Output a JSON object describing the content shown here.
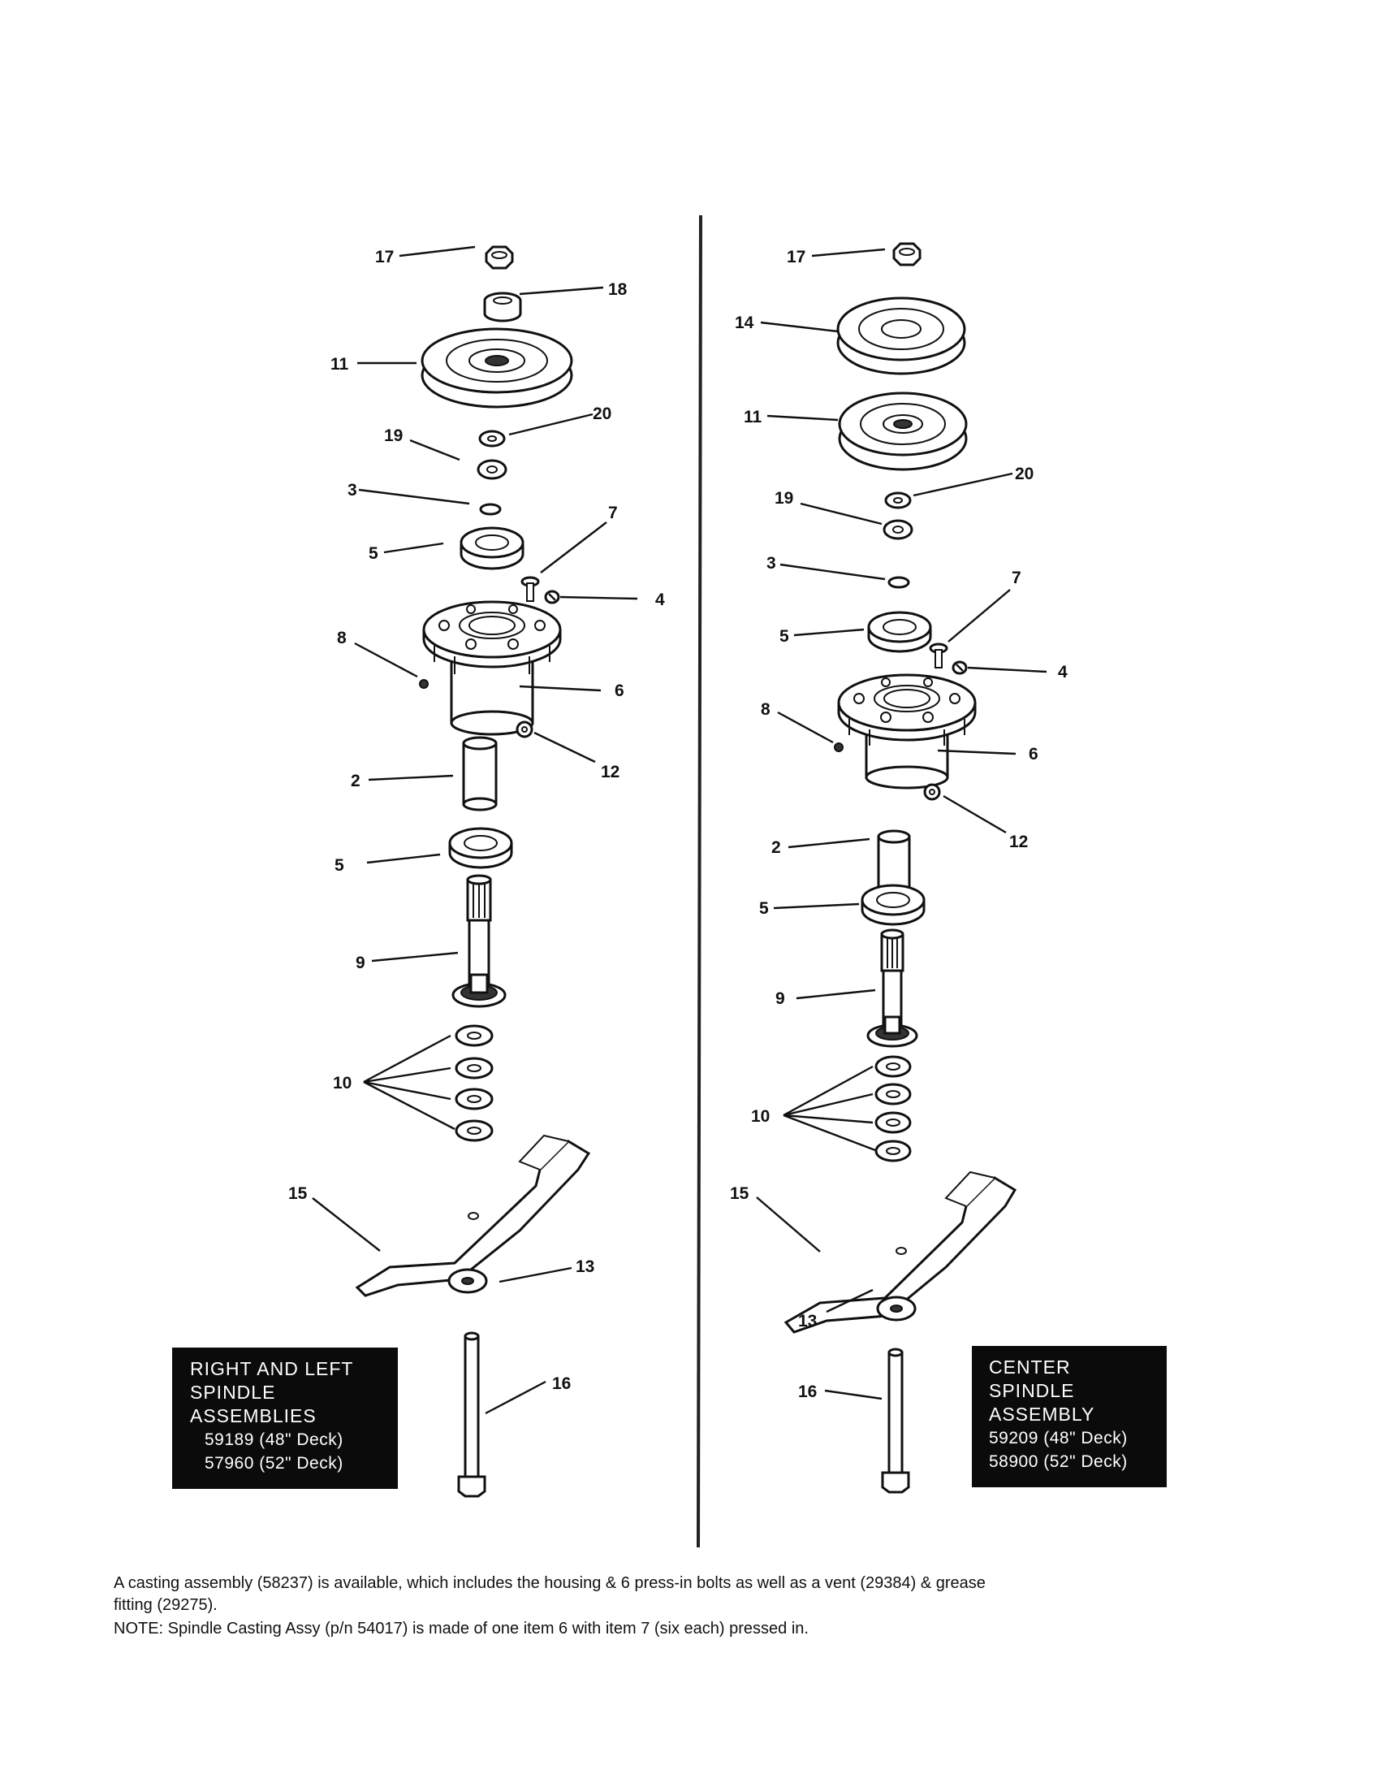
{
  "callouts_left": {
    "c17": "17",
    "c18": "18",
    "c11": "11",
    "c20": "20",
    "c19": "19",
    "c3": "3",
    "c7": "7",
    "c5a": "5",
    "c4": "4",
    "c8": "8",
    "c6": "6",
    "c12": "12",
    "c2": "2",
    "c5b": "5",
    "c9": "9",
    "c10": "10",
    "c15": "15",
    "c13": "13",
    "c16": "16"
  },
  "callouts_right": {
    "c17": "17",
    "c14": "14",
    "c11": "11",
    "c20": "20",
    "c19": "19",
    "c3": "3",
    "c7": "7",
    "c5a": "5",
    "c4": "4",
    "c8": "8",
    "c6": "6",
    "c12": "12",
    "c2": "2",
    "c5b": "5",
    "c9": "9",
    "c10": "10",
    "c15": "15",
    "c13": "13",
    "c16": "16"
  },
  "left_box": {
    "line1": "RIGHT AND LEFT",
    "line2": "SPINDLE",
    "line3": "ASSEMBLIES",
    "part1": "59189 (48\" Deck)",
    "part2": "57960 (52\" Deck)"
  },
  "right_box": {
    "line1": "CENTER",
    "line2": "SPINDLE",
    "line3": "ASSEMBLY",
    "part1": "59209 (48\" Deck)",
    "part2": "58900 (52\" Deck)"
  },
  "notes": {
    "line1": "A casting assembly (58237) is available, which includes the housing & 6 press-in bolts as well as a vent (29384) & grease",
    "line2": "fitting (29275).",
    "line3": "NOTE: Spindle Casting Assy (p/n 54017) is made of one item 6 with item 7 (six each) pressed in."
  }
}
